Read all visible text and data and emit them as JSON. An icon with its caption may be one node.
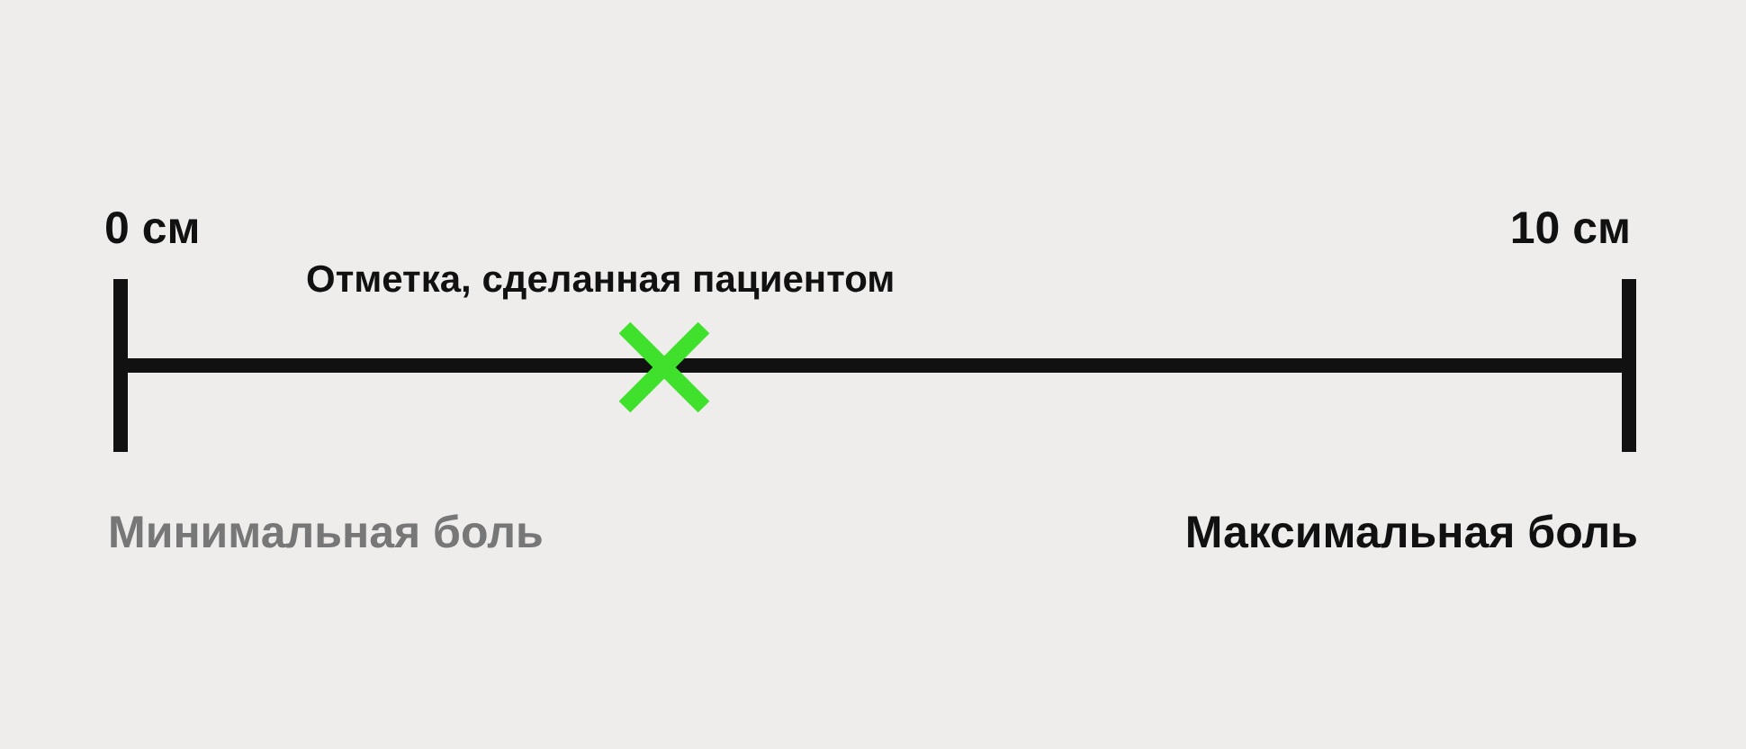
{
  "diagram": {
    "labels": [
      "0 см",
      "10 см",
      "Отметка, сделанная пациентом",
      "Минимальная боль",
      "Максимальная боль"
    ]
  }
}
